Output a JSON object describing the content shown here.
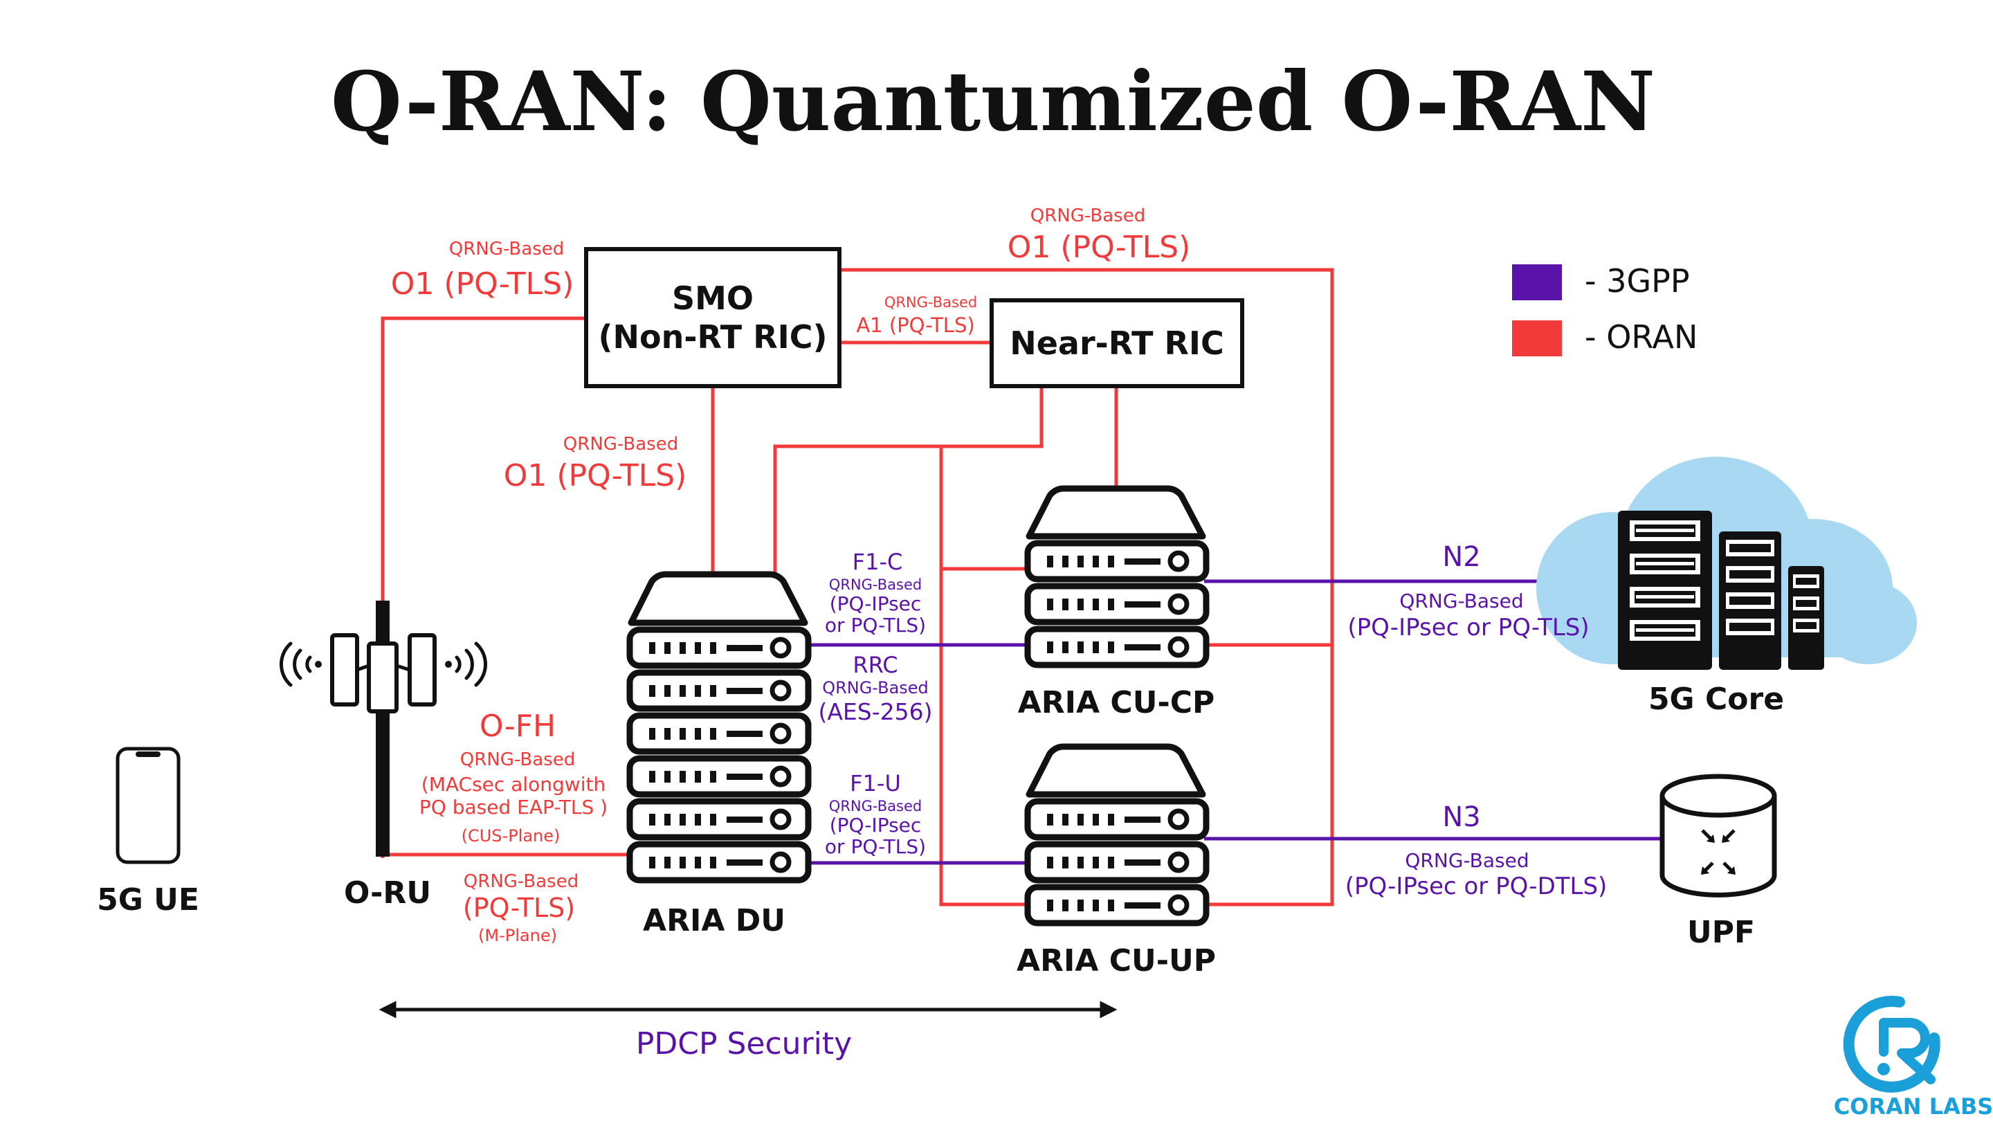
{
  "title": "Q-RAN: Quantumized O-RAN",
  "colors": {
    "gpp": "#5a13a8",
    "oran": "#f23a3a",
    "cloud": "#a8d8f2",
    "logo": "#1a9fd8"
  },
  "legend": [
    {
      "color": "#5a13a8",
      "label": "- 3GPP"
    },
    {
      "color": "#f23a3a",
      "label": "- ORAN"
    }
  ],
  "nodes": {
    "smo_line1": "SMO",
    "smo_line2": "(Non-RT RIC)",
    "near_rt_ric": "Near-RT RIC",
    "aria_du": "ARIA DU",
    "aria_cu_cp": "ARIA CU-CP",
    "aria_cu_up": "ARIA CU-UP",
    "core": "5G Core",
    "upf": "UPF",
    "oru": "O-RU",
    "ue": "5G UE"
  },
  "links": {
    "o1_oru": {
      "qrng": "QRNG-Based",
      "name": "O1 (PQ-TLS)"
    },
    "o1_core": {
      "qrng": "QRNG-Based",
      "name": "O1 (PQ-TLS)"
    },
    "o1_du": {
      "qrng": "QRNG-Based",
      "name": "O1 (PQ-TLS)"
    },
    "a1": {
      "qrng": "QRNG-Based",
      "name": "A1 (PQ-TLS)"
    },
    "ofh": {
      "name": "O-FH",
      "qrng": "QRNG-Based",
      "line1": "(MACsec alongwith",
      "line2": "PQ based EAP-TLS )",
      "plane": "(CUS-Plane)"
    },
    "mplane": {
      "qrng": "QRNG-Based",
      "name": "(PQ-TLS)",
      "plane": "(M-Plane)"
    },
    "f1c": {
      "name": "F1-C",
      "qrng": "QRNG-Based",
      "line1": "(PQ-IPsec",
      "line2": "or PQ-TLS)"
    },
    "rrc": {
      "name": "RRC",
      "qrng": "QRNG-Based",
      "line1": "(AES-256)"
    },
    "f1u": {
      "name": "F1-U",
      "qrng": "QRNG-Based",
      "line1": "(PQ-IPsec",
      "line2": "or PQ-TLS)"
    },
    "n2": {
      "name": "N2",
      "qrng": "QRNG-Based",
      "line1": "(PQ-IPsec or PQ-TLS)"
    },
    "n3": {
      "name": "N3",
      "qrng": "QRNG-Based",
      "line1": "(PQ-IPsec or PQ-DTLS)"
    }
  },
  "pdcp": "PDCP Security",
  "logo": {
    "text": "CORAN LABS"
  }
}
